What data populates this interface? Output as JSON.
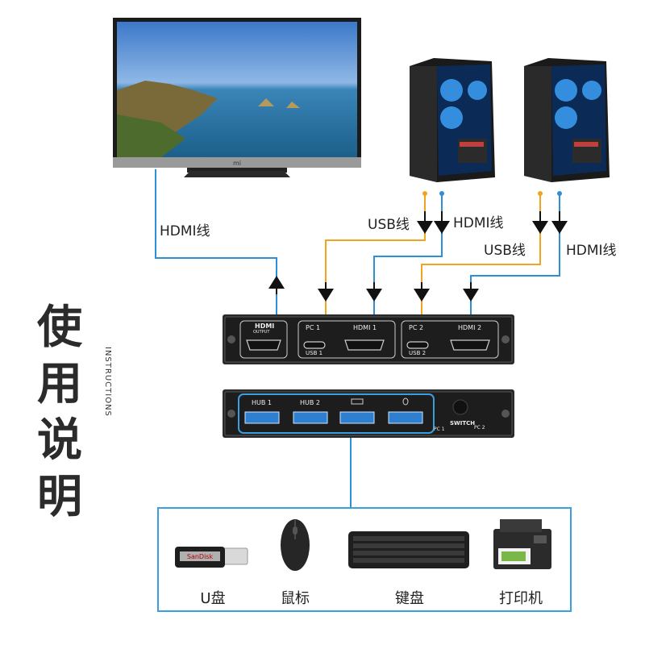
{
  "title": "使用说明",
  "subtitle": "INSTRUCTIONS",
  "cables": {
    "monitor_hdmi": "HDMI线",
    "pc1_usb": "USB线",
    "pc1_hdmi": "HDMI线",
    "pc2_usb": "USB线",
    "pc2_hdmi": "HDMI线"
  },
  "front_panel": {
    "hdmi_output": "HDMI",
    "hdmi_output_sub": "OUTPUT",
    "pc1": "PC 1",
    "usb1": "USB 1",
    "hdmi1": "HDMI 1",
    "pc2": "PC 2",
    "usb2": "USB 2",
    "hdmi2": "HDMI 2"
  },
  "back_panel": {
    "hub1": "HUB 1",
    "hub2": "HUB 2",
    "switch": "SWITCH",
    "pc1": "PC 1",
    "pc2": "PC 2"
  },
  "monitor_brand": "mi",
  "usb_brand": "SanDisk",
  "devices": [
    {
      "label": "U盘",
      "icon": "usb-drive-icon"
    },
    {
      "label": "鼠标",
      "icon": "mouse-icon"
    },
    {
      "label": "键盘",
      "icon": "keyboard-icon"
    },
    {
      "label": "打印机",
      "icon": "printer-icon"
    }
  ],
  "colors": {
    "hdmi_wire": "#2f8fd6",
    "usb_wire": "#f0a421",
    "device_box": "#3b9ee0"
  }
}
